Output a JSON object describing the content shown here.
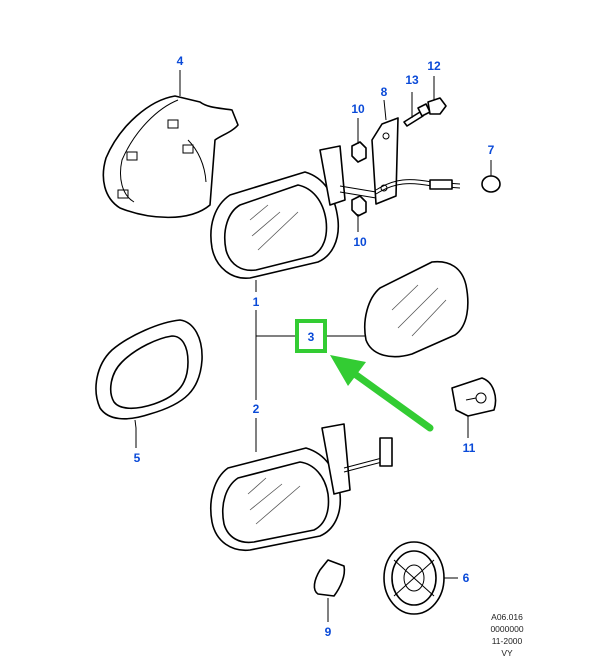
{
  "callouts": {
    "c1": "1",
    "c2": "2",
    "c3": "3",
    "c4": "4",
    "c5": "5",
    "c6": "6",
    "c7": "7",
    "c8": "8",
    "c9": "9",
    "c10a": "10",
    "c10b": "10",
    "c11": "11",
    "c12": "12",
    "c13": "13"
  },
  "reference": {
    "line1": "A06.016",
    "line2": "0000000",
    "line3": "11-2000",
    "line4": "VY"
  },
  "colors": {
    "callout_text": "#0a4ad8",
    "highlight": "#33cc33",
    "arrow": "#33cc33"
  }
}
